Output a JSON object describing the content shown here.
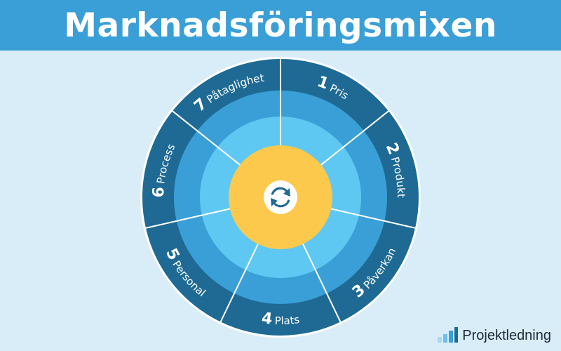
{
  "header": {
    "title": "Marknadsföringsmixen"
  },
  "wheel": {
    "segments": [
      {
        "number": "1",
        "label": "Pris"
      },
      {
        "number": "2",
        "label": "Produkt"
      },
      {
        "number": "3",
        "label": "Påverkan"
      },
      {
        "number": "4",
        "label": "Plats"
      },
      {
        "number": "5",
        "label": "Personal"
      },
      {
        "number": "6",
        "label": "Process"
      },
      {
        "number": "7",
        "label": "Påtaglighet"
      }
    ],
    "center_icon": "cycle-arrows-icon"
  },
  "colors": {
    "header": "#3a9fd6",
    "background": "#d9edf8",
    "outer_ring": "#1e6a95",
    "ring_2": "#3a9fd6",
    "ring_3": "#5ec8f2",
    "core": "#fcc94d",
    "separator": "#ffffff"
  },
  "logo": {
    "text": "Projektledning",
    "icon": "bar-chart-icon"
  }
}
